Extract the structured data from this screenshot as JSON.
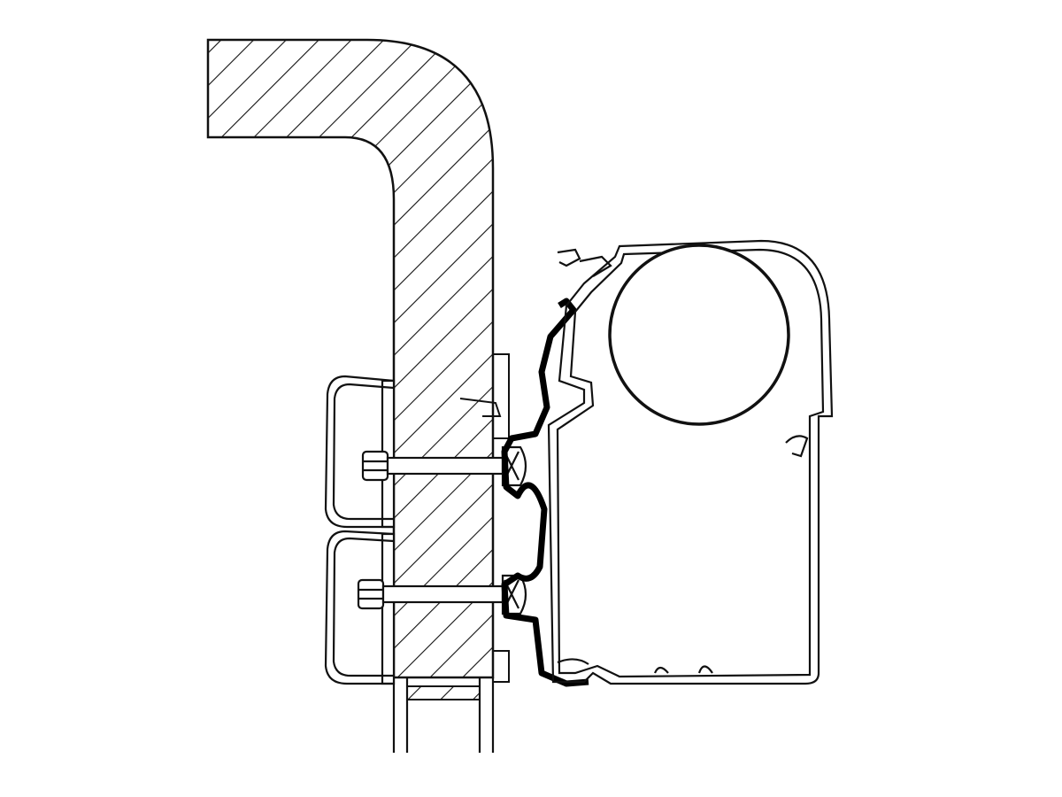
{
  "colors": {
    "background": "#ffffff",
    "line": "#111111",
    "adapter_profile": "#000000"
  },
  "icons": [
    "wall-section-hatched",
    "mounting-bracket",
    "bolt",
    "adapter-rail",
    "awning-casing",
    "awning-roller"
  ]
}
